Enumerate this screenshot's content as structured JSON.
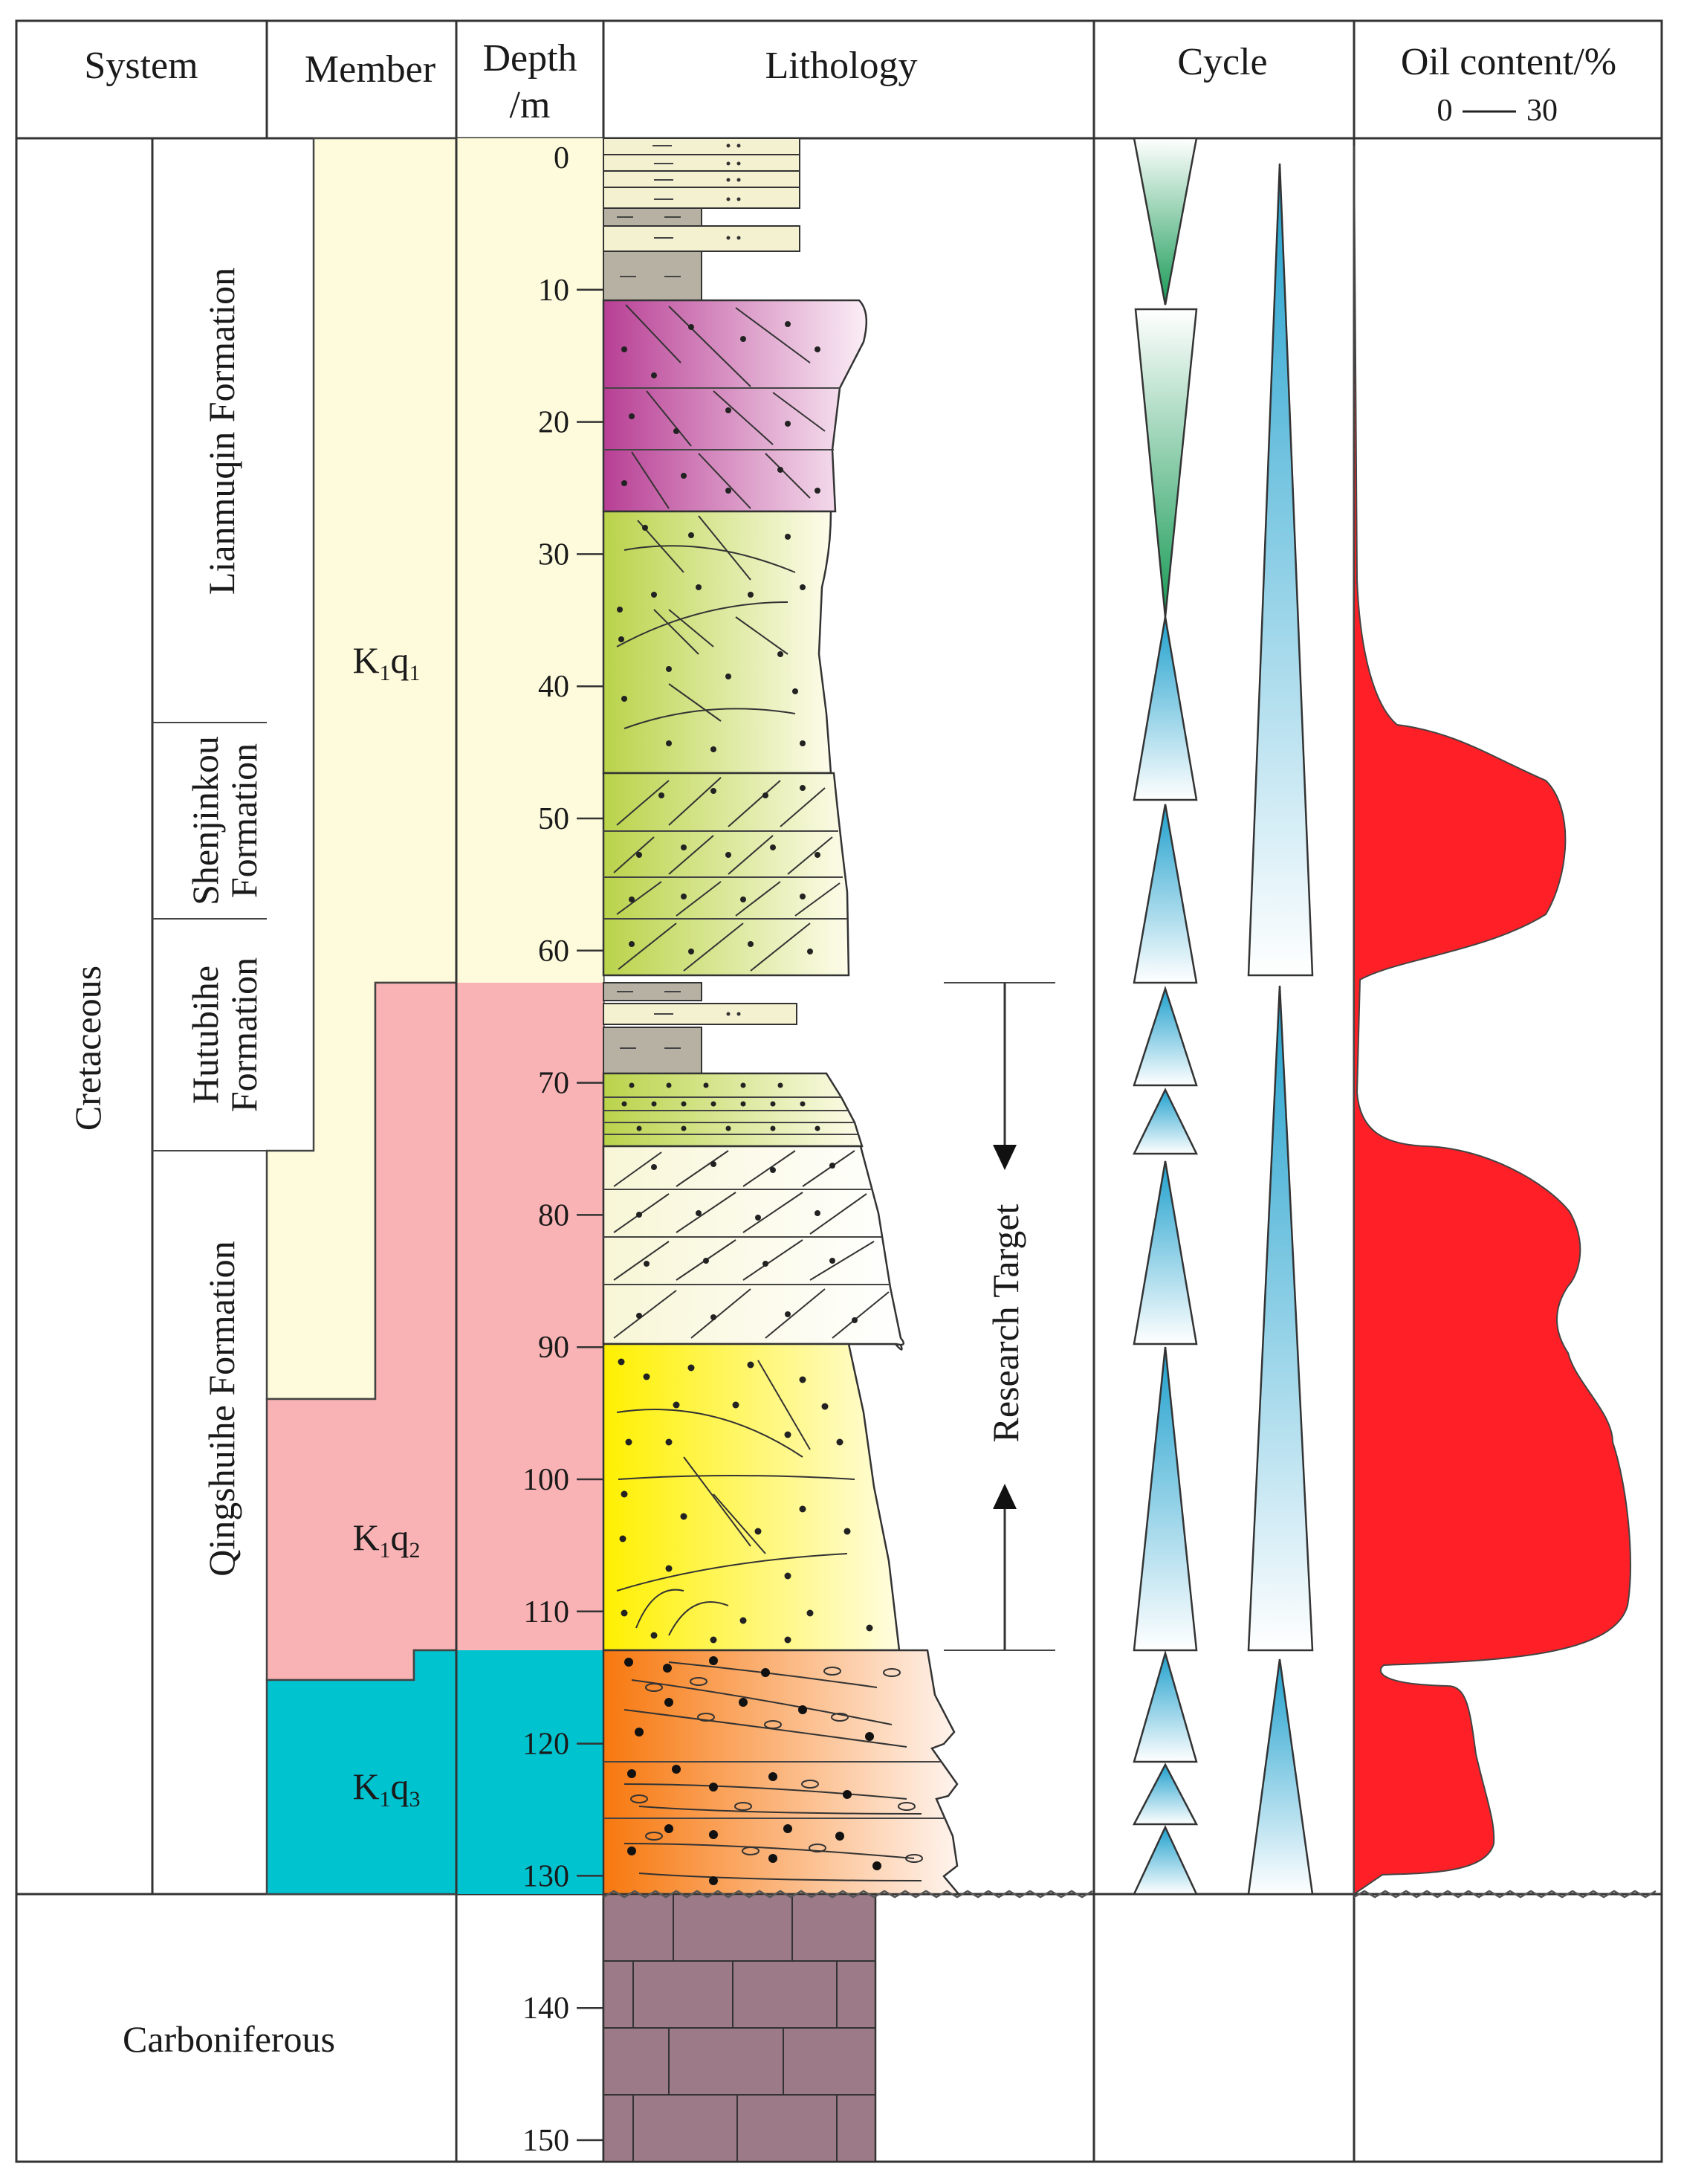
{
  "header": {
    "system": "System",
    "member": "Member",
    "depth_line1": "Depth",
    "depth_line2": "/m",
    "lithology": "Lithology",
    "cycle": "Cycle",
    "oil": "Oil content/%",
    "oil_scale_min": "0",
    "oil_scale_max": "30"
  },
  "system": {
    "cretaceous": "Cretaceous",
    "carboniferous": "Carboniferous"
  },
  "formations": {
    "lianmuqin": "Lianmuqin Formation",
    "shenjinkou_1": "Shenjinkou",
    "shenjinkou_2": "Formation",
    "hutubihe_1": "Hutubihe",
    "hutubihe_2": "Formation",
    "qingshuihe": "Qingshuihe Formation"
  },
  "members": [
    {
      "base": "K",
      "sub1": "1",
      "mid": "q",
      "sub2": "1",
      "color": "#fdfbdb"
    },
    {
      "base": "K",
      "sub1": "1",
      "mid": "q",
      "sub2": "2",
      "color": "#fab3b5"
    },
    {
      "base": "K",
      "sub1": "1",
      "mid": "q",
      "sub2": "3",
      "color": "#00c3d0"
    }
  ],
  "depth_ticks": [
    "0",
    "10",
    "20",
    "30",
    "40",
    "50",
    "60",
    "70",
    "80",
    "90",
    "100",
    "110",
    "120",
    "130",
    "140",
    "150"
  ],
  "research_target": "Research Target",
  "colors": {
    "oil": "#fe2026",
    "cycle_blue": "#2aa5cf",
    "cycle_green": "#1a9a5a",
    "mudstone": "#b7b1a4",
    "limestone": "#9c7a87",
    "purple_sand": "#c65aa6",
    "green_sand": "#b7cf52",
    "yellow_sand": "#fff000",
    "orange_cong": "#f98218"
  }
}
